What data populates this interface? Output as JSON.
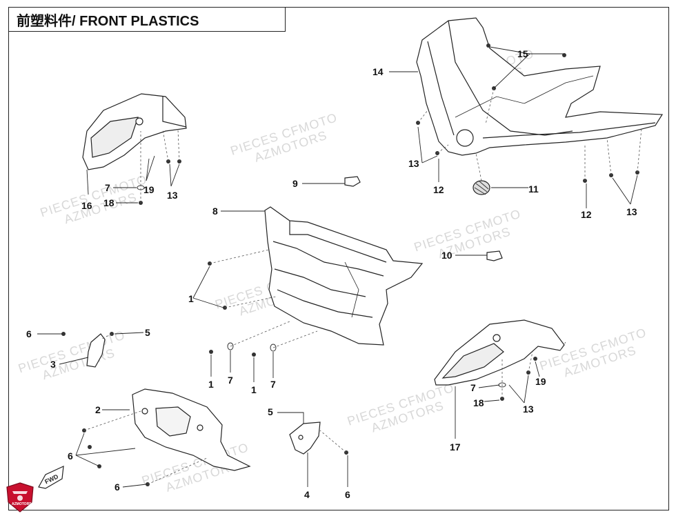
{
  "title": "前塑料件/ FRONT PLASTICS",
  "brand": {
    "logo_text": "AZMOTORS",
    "accent": "#c8102e"
  },
  "fwd_label": "FWD",
  "watermark": {
    "line1": "PIECES CFMOTO",
    "line2": "AZMOTORS"
  },
  "callouts": {
    "c1a": "1",
    "c1b": "1",
    "c1c": "1",
    "c2": "2",
    "c3": "3",
    "c4": "4",
    "c5a": "5",
    "c5b": "5",
    "c6a": "6",
    "c6b": "6",
    "c6c": "6",
    "c6d": "6",
    "c7a": "7",
    "c7b": "7",
    "c7c": "7",
    "c7d": "7",
    "c8": "8",
    "c9": "9",
    "c10": "10",
    "c11": "11",
    "c12a": "12",
    "c12b": "12",
    "c13a": "13",
    "c13b": "13",
    "c13c": "13",
    "c13d": "13",
    "c14": "14",
    "c15": "15",
    "c16": "16",
    "c17": "17",
    "c18a": "18",
    "c18b": "18",
    "c19a": "19",
    "c19b": "19"
  }
}
